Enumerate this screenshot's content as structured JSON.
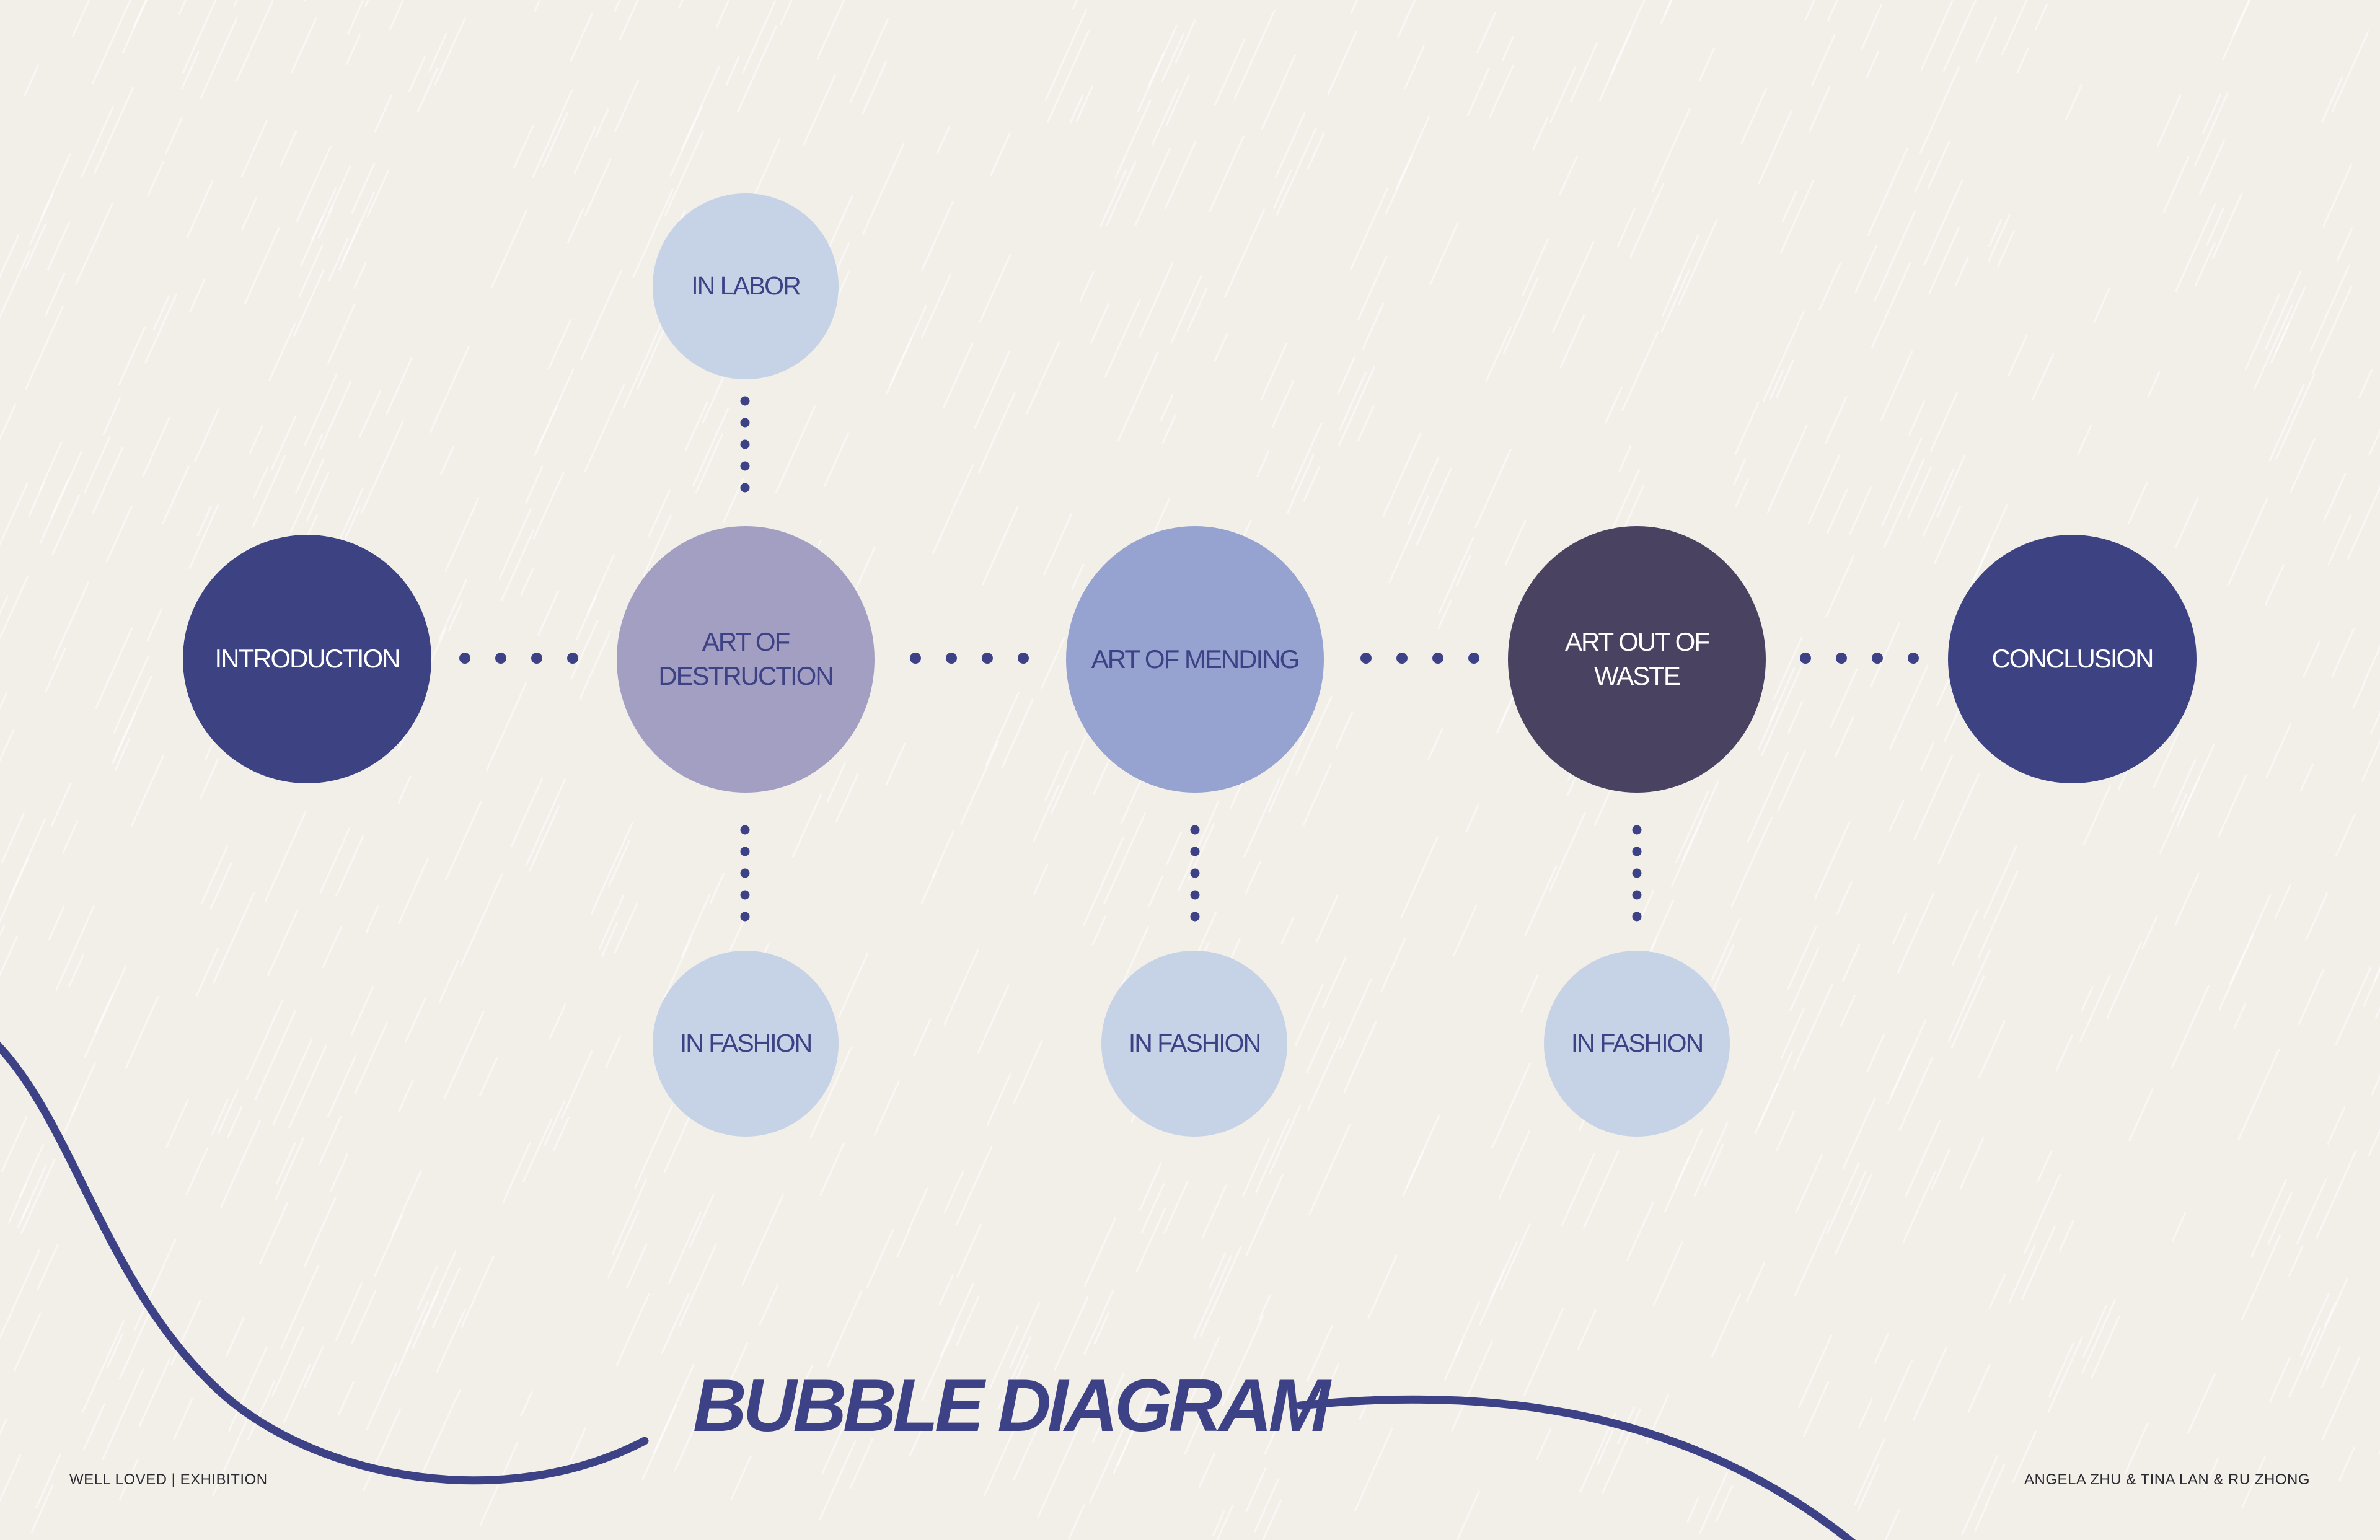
{
  "title": "BUBBLE DIAGRAM",
  "footer_left": "WELL LOVED | EXHIBITION",
  "footer_right": "ANGELA ZHU & TINA LAN & RU ZHONG",
  "colors": {
    "background": "#f2eee8",
    "accent": "#3d4286",
    "introduction": "#3d4283",
    "destruction": "#a39fc2",
    "mending": "#96a2d0",
    "waste": "#4a4261",
    "conclusion": "#3d4283",
    "sub": "#c6d2e6"
  },
  "nodes": {
    "introduction": "INTRODUCTION",
    "destruction": "ART OF DESTRUCTION",
    "mending": "ART OF MENDING",
    "waste": "ART OUT OF WASTE",
    "conclusion": "CONCLUSION",
    "labor": "IN LABOR",
    "fashion_1": "IN FASHION",
    "fashion_2": "IN FASHION",
    "fashion_3": "IN FASHION"
  }
}
